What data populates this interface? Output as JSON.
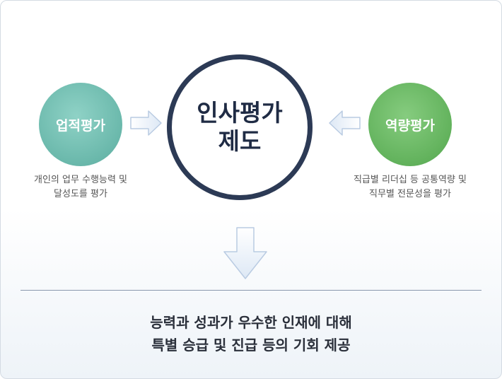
{
  "left_item": {
    "title": "업적평가",
    "desc_line1": "개인의 업무 수행능력 및",
    "desc_line2": "달성도를 평가"
  },
  "center_item": {
    "line1": "인사평가",
    "line2": "제도"
  },
  "right_item": {
    "title": "역량평가",
    "desc_line1": "직급별 리더십 등 공통역량 및",
    "desc_line2": "직무별 전문성을 평가"
  },
  "summary": {
    "line1": "능력과 성과가 우수한 인재에 대해",
    "line2": "특별 승급 및 진급 등의 기회 제공"
  },
  "colors": {
    "left_circle": "#6ab8ab",
    "right_circle": "#62b25c",
    "center_border": "#2c3a55",
    "arrow_fill": "#e6eef8",
    "arrow_stroke": "#b9cbe2"
  }
}
